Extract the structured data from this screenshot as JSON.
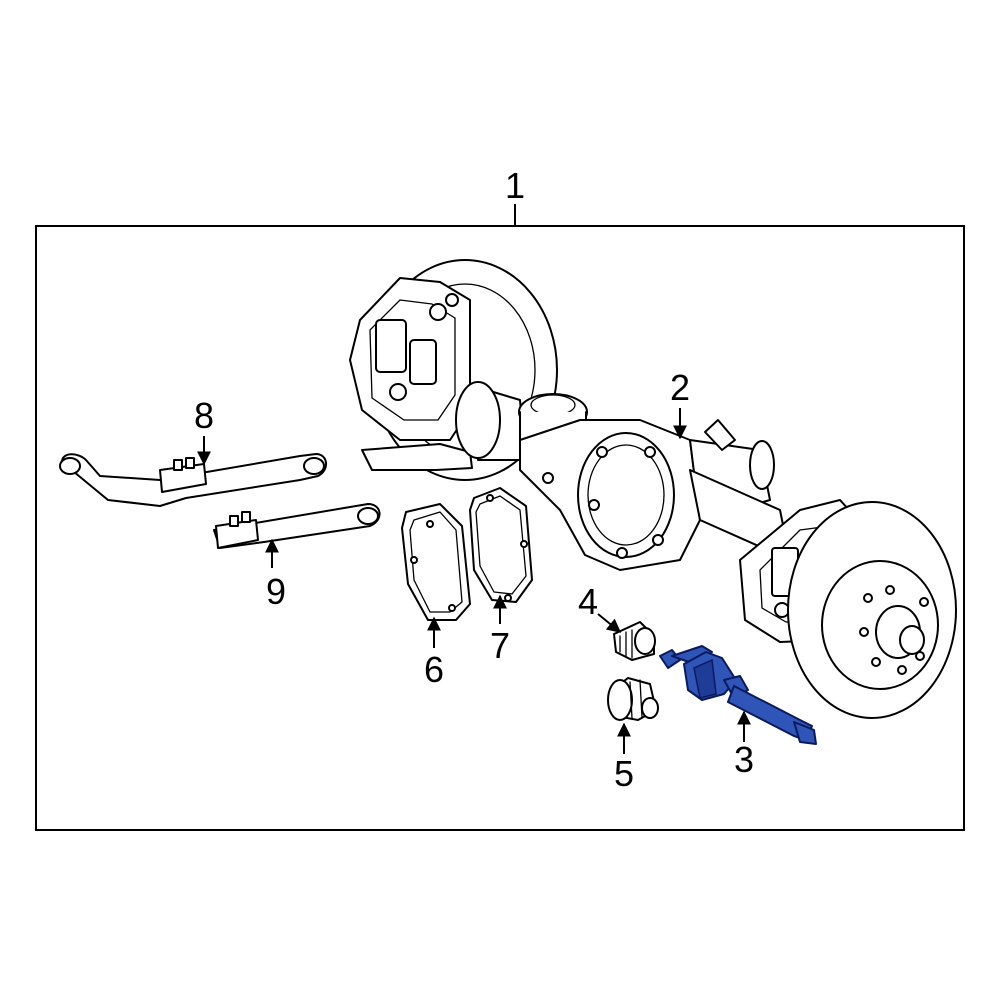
{
  "diagram": {
    "highlight_color": "#2f55b8",
    "callouts": [
      {
        "id": "1",
        "label": "1"
      },
      {
        "id": "2",
        "label": "2"
      },
      {
        "id": "3",
        "label": "3"
      },
      {
        "id": "4",
        "label": "4"
      },
      {
        "id": "5",
        "label": "5"
      },
      {
        "id": "6",
        "label": "6"
      },
      {
        "id": "7",
        "label": "7"
      },
      {
        "id": "8",
        "label": "8"
      },
      {
        "id": "9",
        "label": "9"
      }
    ]
  }
}
